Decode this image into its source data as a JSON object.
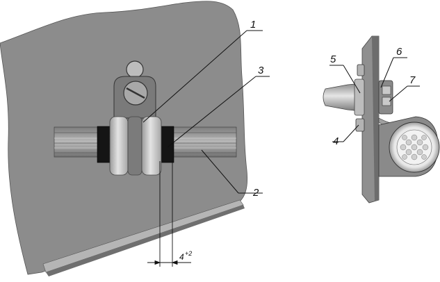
{
  "callouts": {
    "c1": "1",
    "c2": "2",
    "c3": "3",
    "c4": "4",
    "c5": "5",
    "c6": "6",
    "c7": "7"
  },
  "dimension": {
    "base": "4",
    "superscript": "+2"
  },
  "colors": {
    "panel": "#8c8c8c",
    "panel_dark": "#6a6a6a",
    "metal_light": "#d9d9d9",
    "metal_mid": "#b3b3b3",
    "rubber": "#151515",
    "line": "#111111"
  }
}
